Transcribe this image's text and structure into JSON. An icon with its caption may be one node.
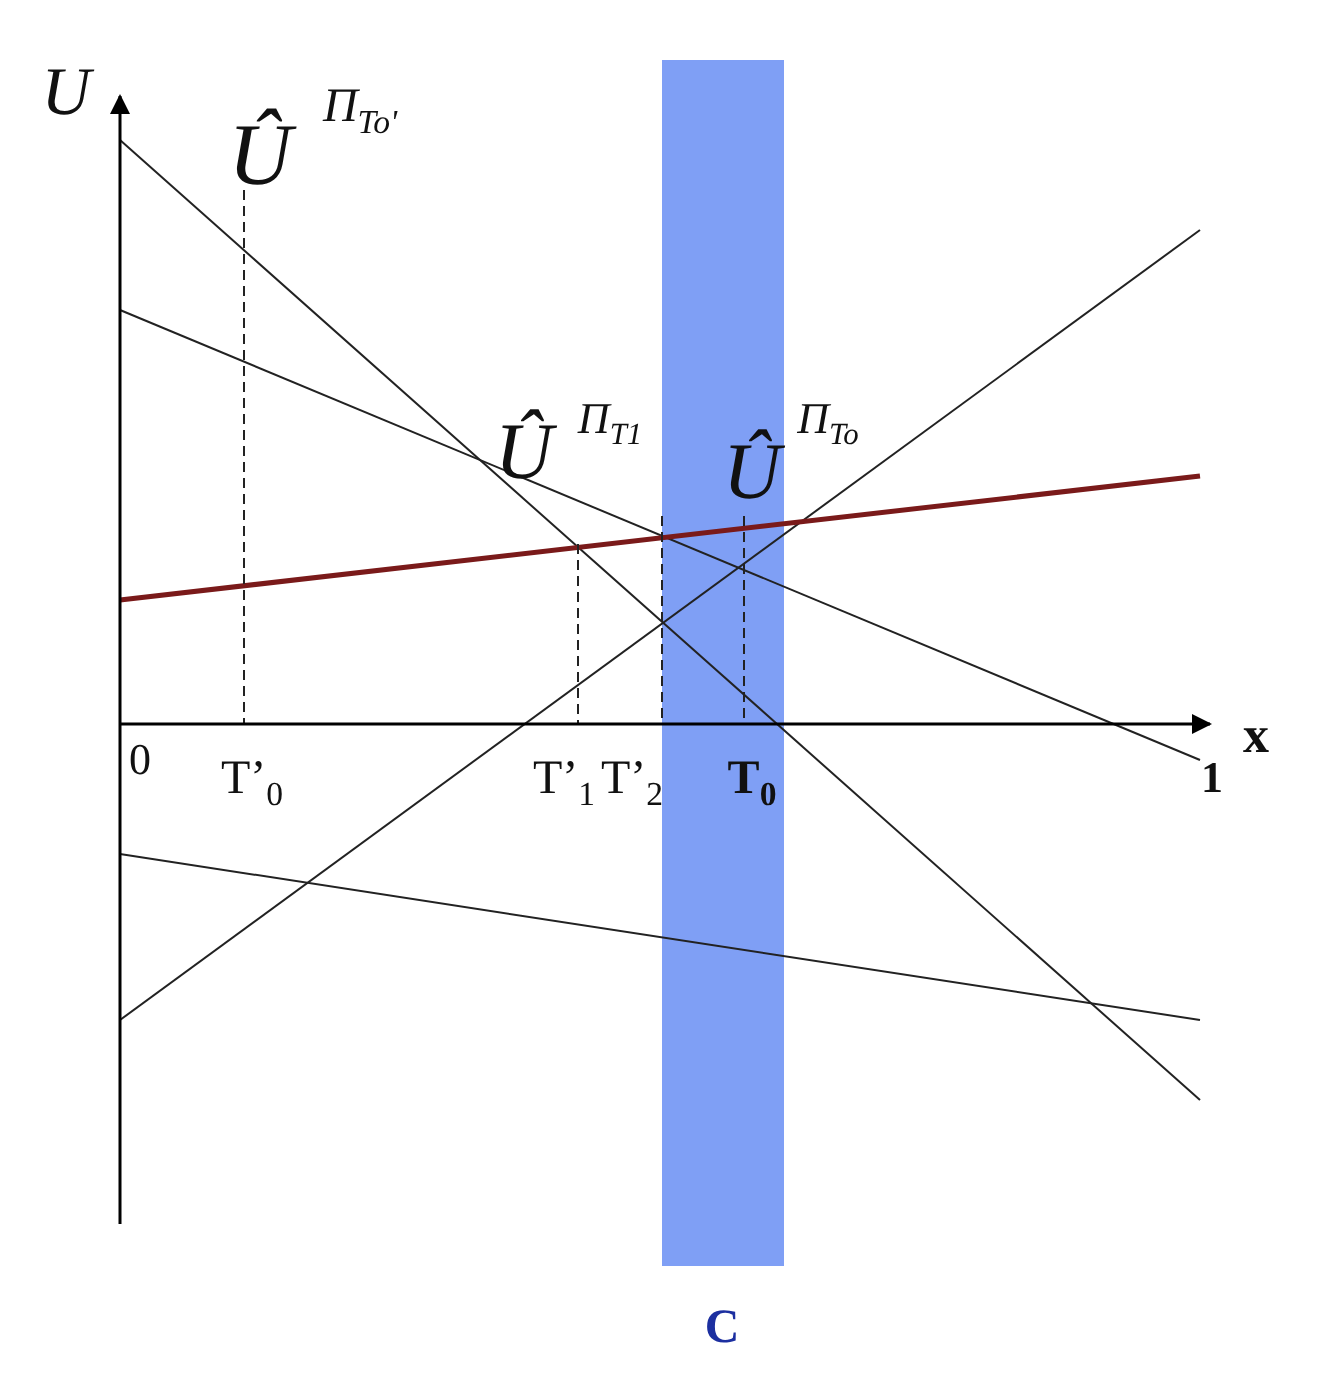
{
  "diagram": {
    "labels": [
      "U",
      "Û",
      "Π$_{To'}$",
      "Û",
      "Π$_{T1}$",
      "Û",
      "Π$_{To}$",
      "x",
      "0",
      "T’$_{0}$",
      "T’$_{1}$",
      "T’$_{2}$",
      "T$_{0}$",
      "1",
      "C"
    ]
  }
}
